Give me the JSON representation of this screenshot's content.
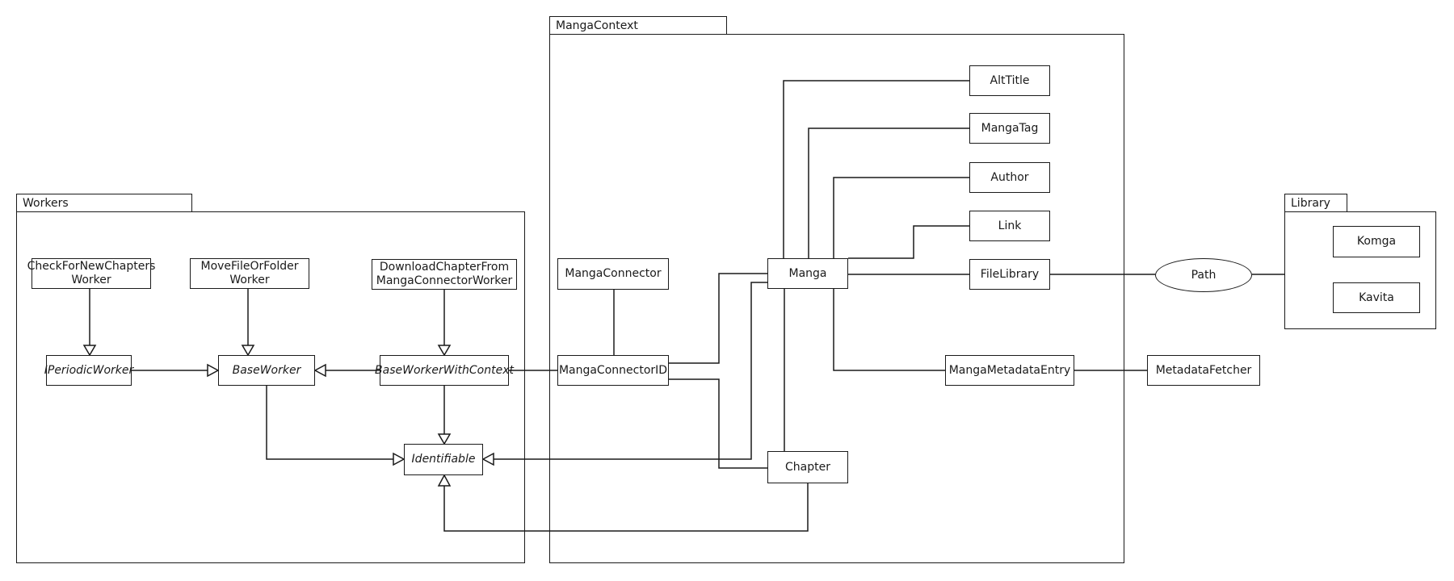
{
  "packages": {
    "workers": {
      "label": "Workers"
    },
    "manga_context": {
      "label": "MangaContext"
    },
    "library": {
      "label": "Library"
    }
  },
  "nodes": {
    "check_for_new_chapters_worker": {
      "lines": [
        "CheckForNewChapters",
        "Worker"
      ]
    },
    "move_file_or_folder_worker": {
      "lines": [
        "MoveFileOrFolder",
        "Worker"
      ]
    },
    "download_chapter_from_manga_connector_worker": {
      "lines": [
        "DownloadChapterFrom",
        "MangaConnectorWorker"
      ]
    },
    "iperiodic_worker": {
      "label": "IPeriodicWorker"
    },
    "base_worker": {
      "label": "BaseWorker"
    },
    "base_worker_with_context": {
      "label": "BaseWorkerWithContext"
    },
    "identifiable": {
      "label": "Identifiable"
    },
    "manga_connector": {
      "label": "MangaConnector"
    },
    "manga_connector_id": {
      "label": "MangaConnectorID"
    },
    "manga": {
      "label": "Manga"
    },
    "chapter": {
      "label": "Chapter"
    },
    "alt_title": {
      "label": "AltTitle"
    },
    "manga_tag": {
      "label": "MangaTag"
    },
    "author": {
      "label": "Author"
    },
    "link": {
      "label": "Link"
    },
    "file_library": {
      "label": "FileLibrary"
    },
    "manga_metadata_entry": {
      "label": "MangaMetadataEntry"
    },
    "metadata_fetcher": {
      "label": "MetadataFetcher"
    },
    "path": {
      "label": "Path"
    },
    "komga": {
      "label": "Komga"
    },
    "kavita": {
      "label": "Kavita"
    }
  },
  "edges": [
    {
      "from": "CheckForNewChaptersWorker",
      "to": "IPeriodicWorker",
      "type": "inheritance"
    },
    {
      "from": "MoveFileOrFolderWorker",
      "to": "BaseWorker",
      "type": "inheritance"
    },
    {
      "from": "DownloadChapterFromMangaConnectorWorker",
      "to": "BaseWorkerWithContext",
      "type": "inheritance"
    },
    {
      "from": "IPeriodicWorker",
      "to": "BaseWorker",
      "type": "inheritance"
    },
    {
      "from": "BaseWorkerWithContext",
      "to": "BaseWorker",
      "type": "inheritance"
    },
    {
      "from": "BaseWorker",
      "to": "Identifiable",
      "type": "inheritance"
    },
    {
      "from": "BaseWorkerWithContext",
      "to": "Identifiable",
      "type": "inheritance"
    },
    {
      "from": "Manga",
      "to": "Identifiable",
      "type": "inheritance"
    },
    {
      "from": "Chapter",
      "to": "Identifiable",
      "type": "inheritance"
    },
    {
      "from": "BaseWorkerWithContext",
      "to": "MangaConnectorID",
      "type": "association"
    },
    {
      "from": "MangaConnector",
      "to": "MangaConnectorID",
      "type": "association"
    },
    {
      "from": "MangaConnectorID",
      "to": "Manga",
      "type": "association"
    },
    {
      "from": "MangaConnectorID",
      "to": "Chapter",
      "type": "association"
    },
    {
      "from": "Manga",
      "to": "AltTitle",
      "type": "association"
    },
    {
      "from": "Manga",
      "to": "MangaTag",
      "type": "association"
    },
    {
      "from": "Manga",
      "to": "Author",
      "type": "association"
    },
    {
      "from": "Manga",
      "to": "Link",
      "type": "association"
    },
    {
      "from": "Manga",
      "to": "FileLibrary",
      "type": "association"
    },
    {
      "from": "Manga",
      "to": "Chapter",
      "type": "association"
    },
    {
      "from": "Manga",
      "to": "MangaMetadataEntry",
      "type": "association"
    },
    {
      "from": "MangaMetadataEntry",
      "to": "MetadataFetcher",
      "type": "association"
    },
    {
      "from": "FileLibrary",
      "to": "Path",
      "type": "association"
    },
    {
      "from": "Path",
      "to": "Library",
      "type": "association"
    }
  ],
  "colors": {
    "stroke": "#1a1a1a",
    "background": "#ffffff"
  }
}
